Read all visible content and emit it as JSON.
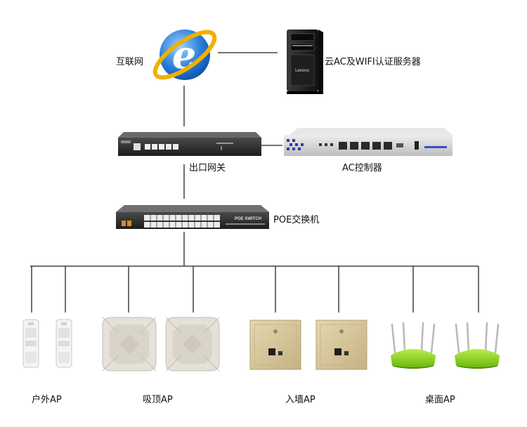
{
  "labels": {
    "internet": "互联网",
    "cloud_server": "云AC及WIFI认证服务器",
    "gateway": "出口网关",
    "ac_controller": "AC控制器",
    "poe_switch": "POE交换机",
    "outdoor_ap": "户外AP",
    "ceiling_ap": "吸顶AP",
    "wall_ap": "入墙AP",
    "desktop_ap": "桌面AP"
  },
  "device_text": {
    "server_brand": "Lenovo",
    "switch_brand": "POE SWITCH"
  },
  "colors": {
    "ie_blue": "#2a7fd8",
    "ie_ring": "#f0b000",
    "server_body": "#1a1a1a",
    "rack_body": "#2a2a2a",
    "ac_body": "#d7d7d9",
    "ceiling_ap": "#e5e1d9",
    "wall_plate": "#d9c9a2",
    "desktop_green": "#8fd11a"
  },
  "icons": {
    "internet": "internet-explorer-icon",
    "server": "tower-server-icon",
    "gateway": "rack-router-icon",
    "ac": "ac-controller-icon",
    "switch": "poe-switch-icon"
  }
}
